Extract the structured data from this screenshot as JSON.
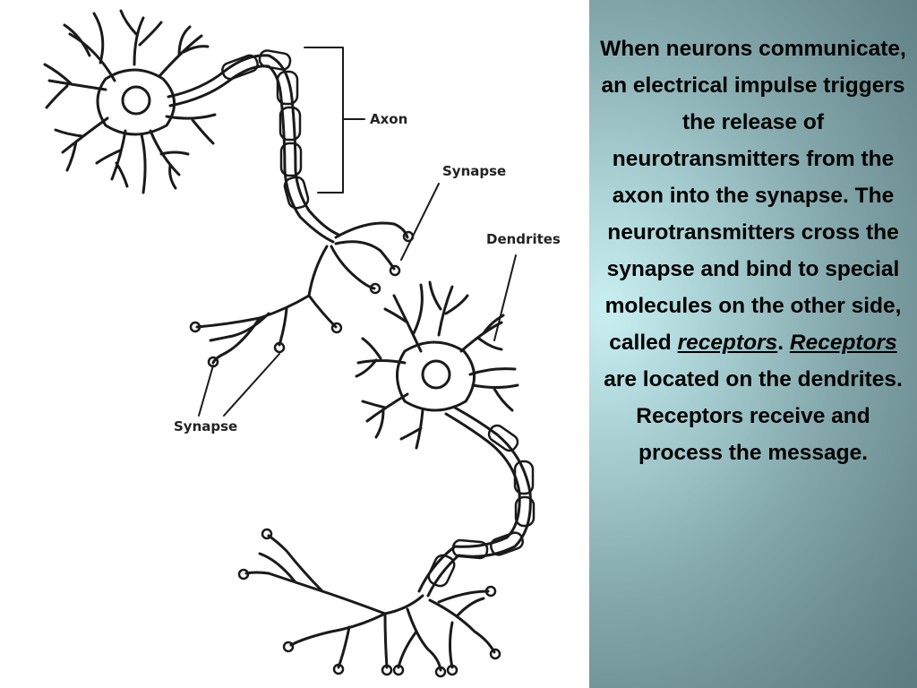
{
  "diagram": {
    "labels": {
      "axon": "Axon",
      "synapse_upper": "Synapse",
      "dendrites": "Dendrites",
      "synapse_lower": "Synapse"
    }
  },
  "panel": {
    "text_part1": "When neurons communicate, an electrical impulse triggers the release of neurotransmitters from the axon into the synapse. The neurotransmitters cross the synapse and bind to special molecules on the other side, called",
    "term1": "receptors",
    "text_part2": ".",
    "term2": "Receptors",
    "text_part3": "are located on the dendrites. Receptors receive and process the message."
  }
}
